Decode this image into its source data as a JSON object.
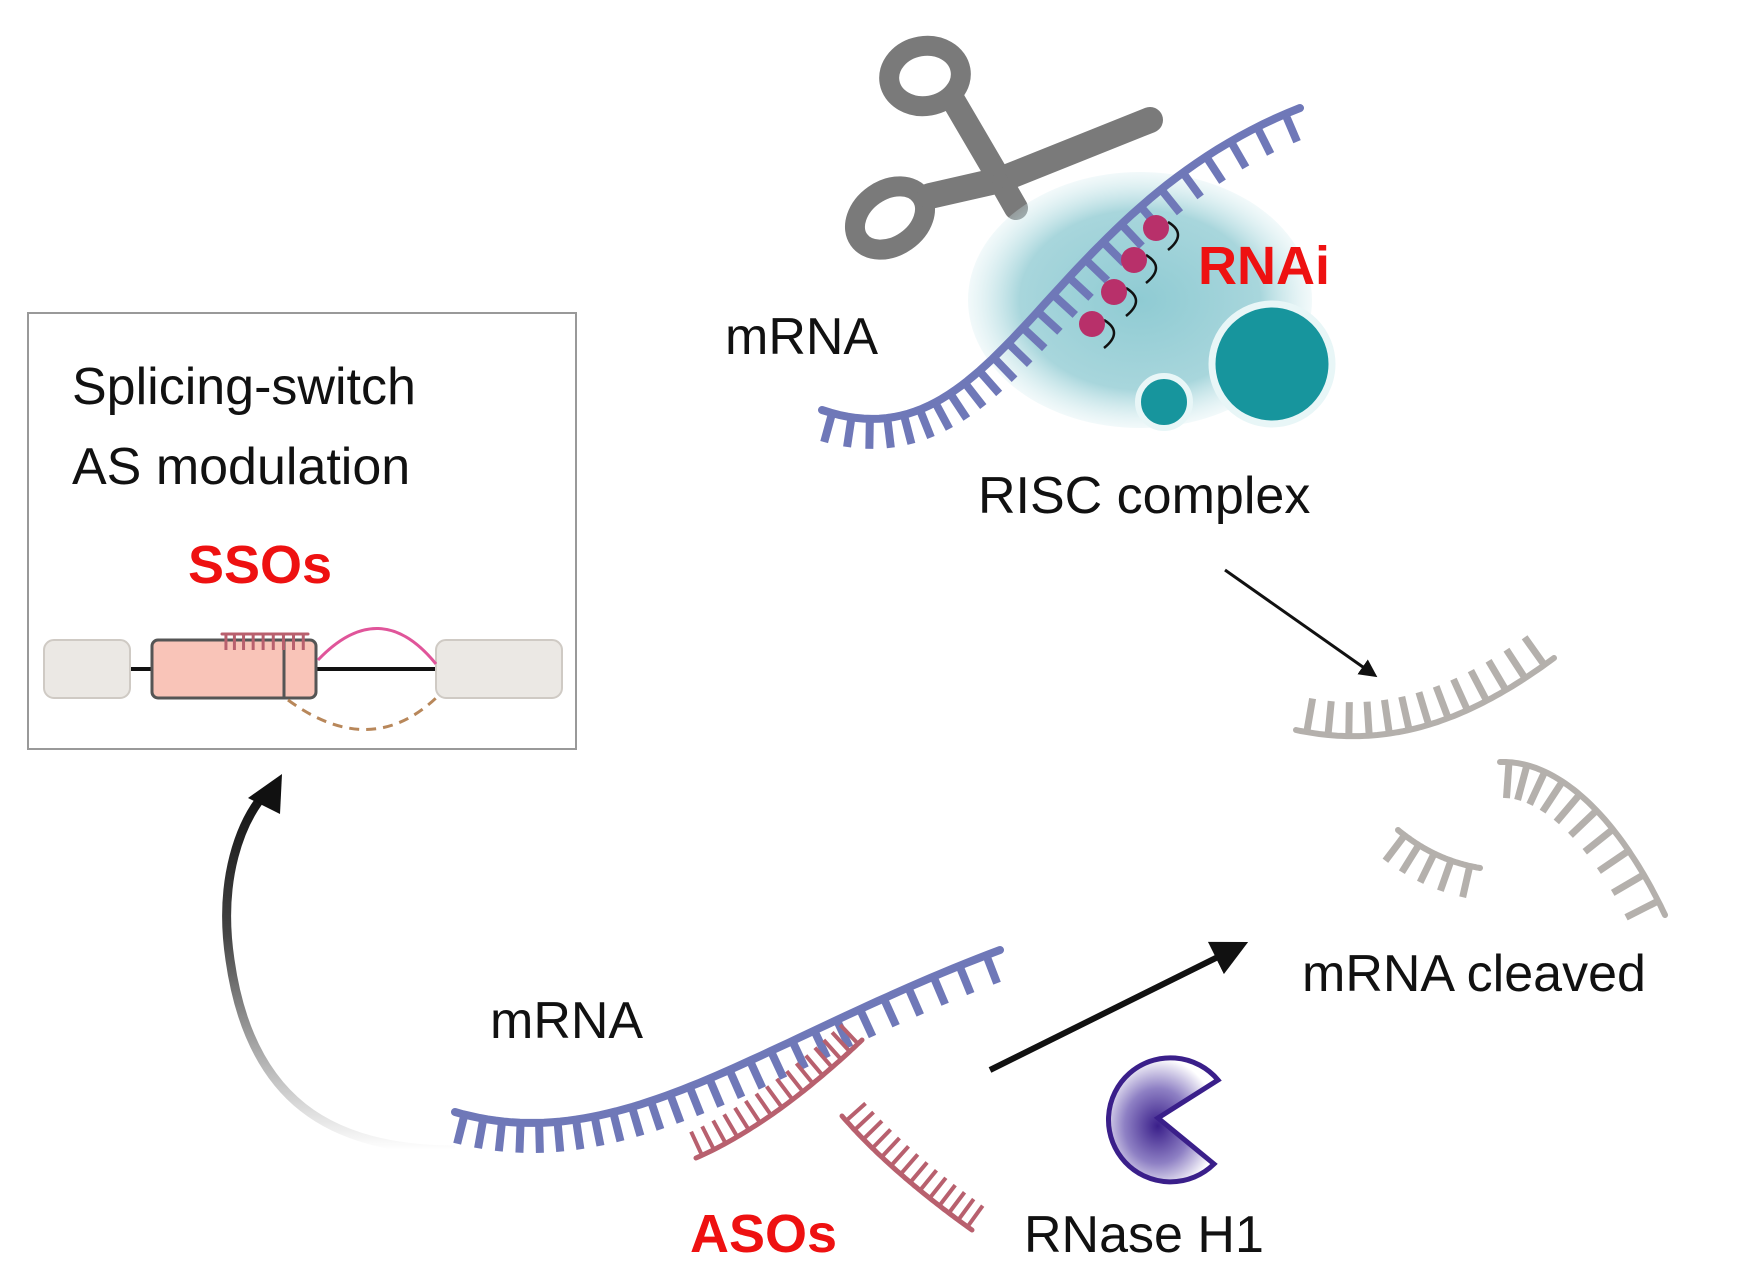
{
  "labels": {
    "box_title_1": "Splicing-switch",
    "box_title_2": "AS modulation",
    "ssos": "SSOs",
    "mrna_top": "mRNA",
    "rnai": "RNAi",
    "risc": "RISC complex",
    "mrna_bottom": "mRNA",
    "asos": "ASOs",
    "rnase": "RNase H1",
    "cleaved": "mRNA cleaved"
  },
  "colors": {
    "mrna": "#6f78b8",
    "mrna_light": "#4f8db0",
    "aso": "#b8606e",
    "risc_cloud": "#a8d6dc",
    "risc_dark": "#17959d",
    "sirna_bead": "#b8306a",
    "scissors": "#7a7a7a",
    "cleaved": "#b4b0ac",
    "exon_gray": "#ebe8e4",
    "exon_pink": "#f9c4b8",
    "splice_pink": "#e0559a",
    "splice_tan": "#b8875a",
    "rnase": "#3a1f8a",
    "accent_red": "#ee1111"
  },
  "icons": [
    "scissors-icon",
    "rnase-h1-icon"
  ]
}
